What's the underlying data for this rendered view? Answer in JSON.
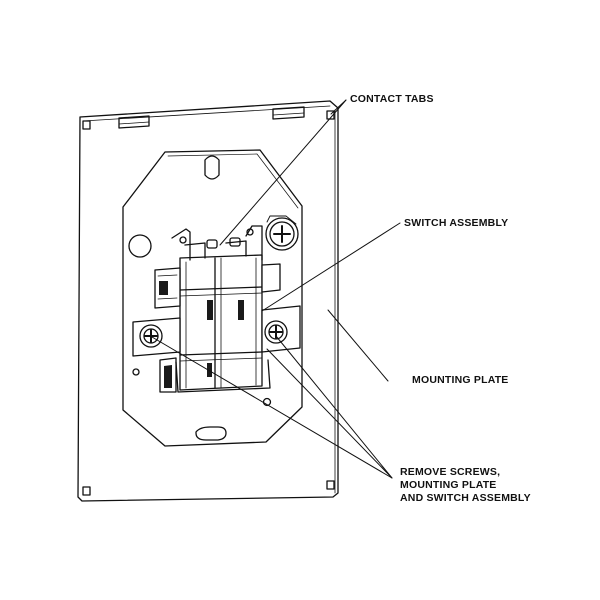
{
  "labels": {
    "contact_tabs": "CONTACT TABS",
    "switch_assembly": "SWITCH ASSEMBLY",
    "mounting_plate": "MOUNTING PLATE",
    "remove_line1": "REMOVE SCREWS,",
    "remove_line2": "MOUNTING PLATE",
    "remove_line3": "AND SWITCH ASSEMBLY"
  },
  "colors": {
    "ink": "#111111",
    "paper": "#ffffff",
    "shade": "#1a1a1a"
  }
}
